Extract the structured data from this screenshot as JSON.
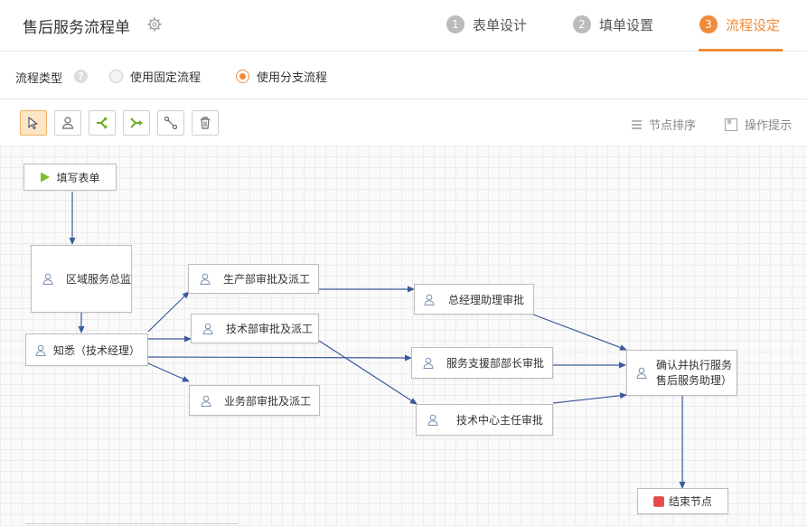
{
  "header": {
    "title": "售后服务流程单",
    "steps": [
      {
        "num": "1",
        "label": "表单设计"
      },
      {
        "num": "2",
        "label": "填单设置"
      },
      {
        "num": "3",
        "label": "流程设定"
      }
    ]
  },
  "flow_type": {
    "label": "流程类型",
    "help": "?",
    "options": [
      {
        "label": "使用固定流程",
        "selected": false
      },
      {
        "label": "使用分支流程",
        "selected": true
      }
    ]
  },
  "toolbar": {
    "tools": [
      "select-icon",
      "user-node-icon",
      "branch-icon",
      "merge-icon",
      "connect-icon",
      "delete-icon"
    ],
    "sort_label": "节点排序",
    "tips_label": "操作提示"
  },
  "nodes": {
    "start": "填写表单",
    "regional": "区域服务总监",
    "notify": "知悉（技术经理）",
    "production": "生产部审批及派工",
    "technical": "技术部审批及派工",
    "business": "业务部审批及派工",
    "gm_assistant": "总经理助理审批",
    "service_support": "服务支援部部长审批",
    "tech_center": "技术中心主任审批",
    "confirm": "确认并执行服务售后服务助理）",
    "end": "结束节点"
  },
  "colors": {
    "accent": "#f08b3a",
    "edge": "#3a5a9a",
    "start_icon": "#7ac02a",
    "end_icon": "#e94a4a"
  }
}
